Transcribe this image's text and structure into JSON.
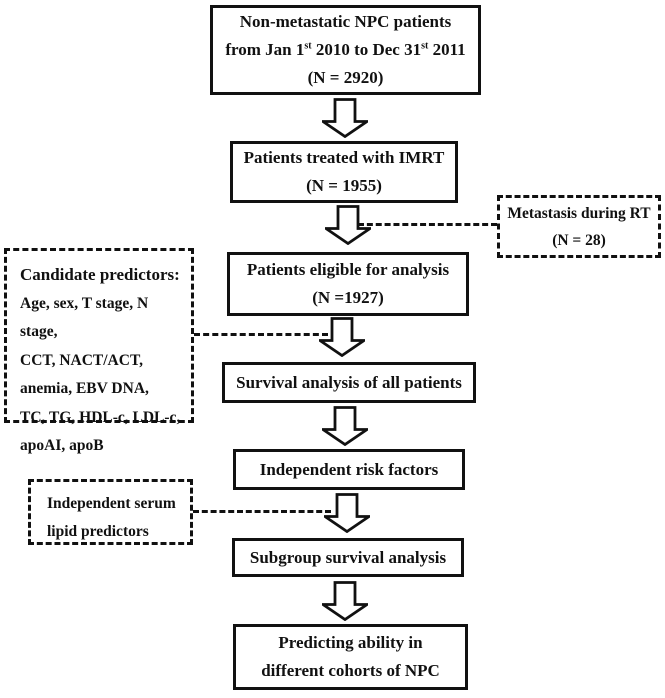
{
  "colors": {
    "ink": "#111111",
    "background": "#ffffff"
  },
  "flowchart": {
    "total": {
      "line1": "Non-metastatic NPC patients",
      "line2_pre": "from Jan 1",
      "line2_sup1": "st",
      "line2_mid": " 2010 to Dec 31",
      "line2_sup2": "st",
      "line2_post": " 2011",
      "line3": "(N = 2920)"
    },
    "imrt": {
      "line1": "Patients treated with IMRT",
      "line2": "(N = 1955)"
    },
    "metastasis": {
      "line1": "Metastasis during RT",
      "line2": "(N = 28)"
    },
    "eligible": {
      "line1": "Patients eligible for analysis",
      "line2": "(N =1927)"
    },
    "candidate_predictors": {
      "title": "Candidate predictors:",
      "lines": [
        "Age, sex, T stage, N stage,",
        "CCT, NACT/ACT,",
        "anemia, EBV DNA,",
        "TC, TG, HDL-c, LDL-c,",
        "apoAI, apoB"
      ]
    },
    "survival": {
      "line1": "Survival analysis of all patients"
    },
    "risk_factors": {
      "line1": "Independent risk factors"
    },
    "serum_lipid": {
      "line1": "Independent serum",
      "line2": "lipid predictors"
    },
    "subgroup": {
      "line1": "Subgroup survival analysis"
    },
    "predicting": {
      "line1": "Predicting ability in",
      "line2": "different cohorts of NPC"
    }
  }
}
